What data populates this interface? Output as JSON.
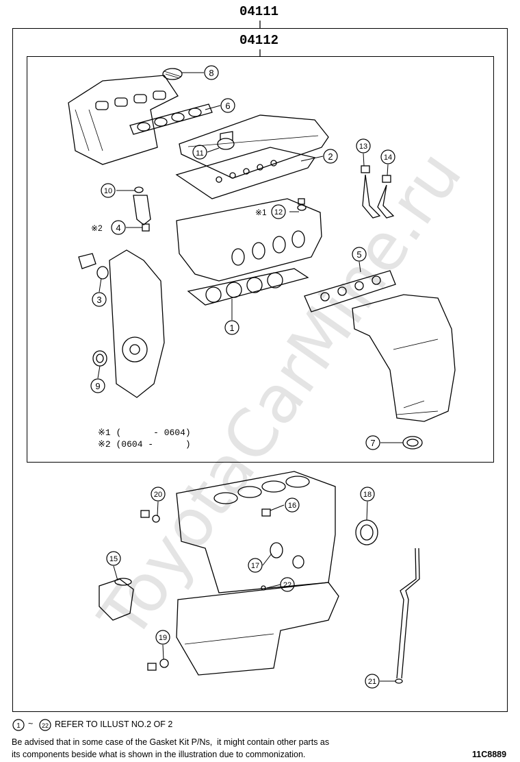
{
  "header": {
    "outer_kit_code": "04111",
    "inner_kit_code": "04112"
  },
  "watermark": "ToyotaCarMine.ru",
  "callouts": {
    "c1": "1",
    "c2": "2",
    "c3": "3",
    "c4": "4",
    "c5": "5",
    "c6": "6",
    "c7": "7",
    "c8": "8",
    "c9": "9",
    "c10": "10",
    "c11": "11",
    "c12": "12",
    "c13": "13",
    "c14": "14",
    "c15": "15",
    "c16": "16",
    "c17": "17",
    "c18": "18",
    "c19": "19",
    "c20": "20",
    "c21": "21",
    "c22": "22"
  },
  "markers": {
    "m1": "※1",
    "m2": "※2"
  },
  "notes": {
    "note1": "※1 (      - 0604)",
    "note2": "※2 (0604 -      )"
  },
  "footer": {
    "refer_range_start": "1",
    "refer_range_sep": "~",
    "refer_range_end": "22",
    "refer_text": "REFER TO ILLUST NO.2 OF 2",
    "advice_line1": "Be advised that in some case of the Gasket Kit P/Ns,  it might contain other parts as",
    "advice_line2": "its components beside what is shown in the illustration due to commonization.",
    "illustration_code": "11C8889"
  }
}
